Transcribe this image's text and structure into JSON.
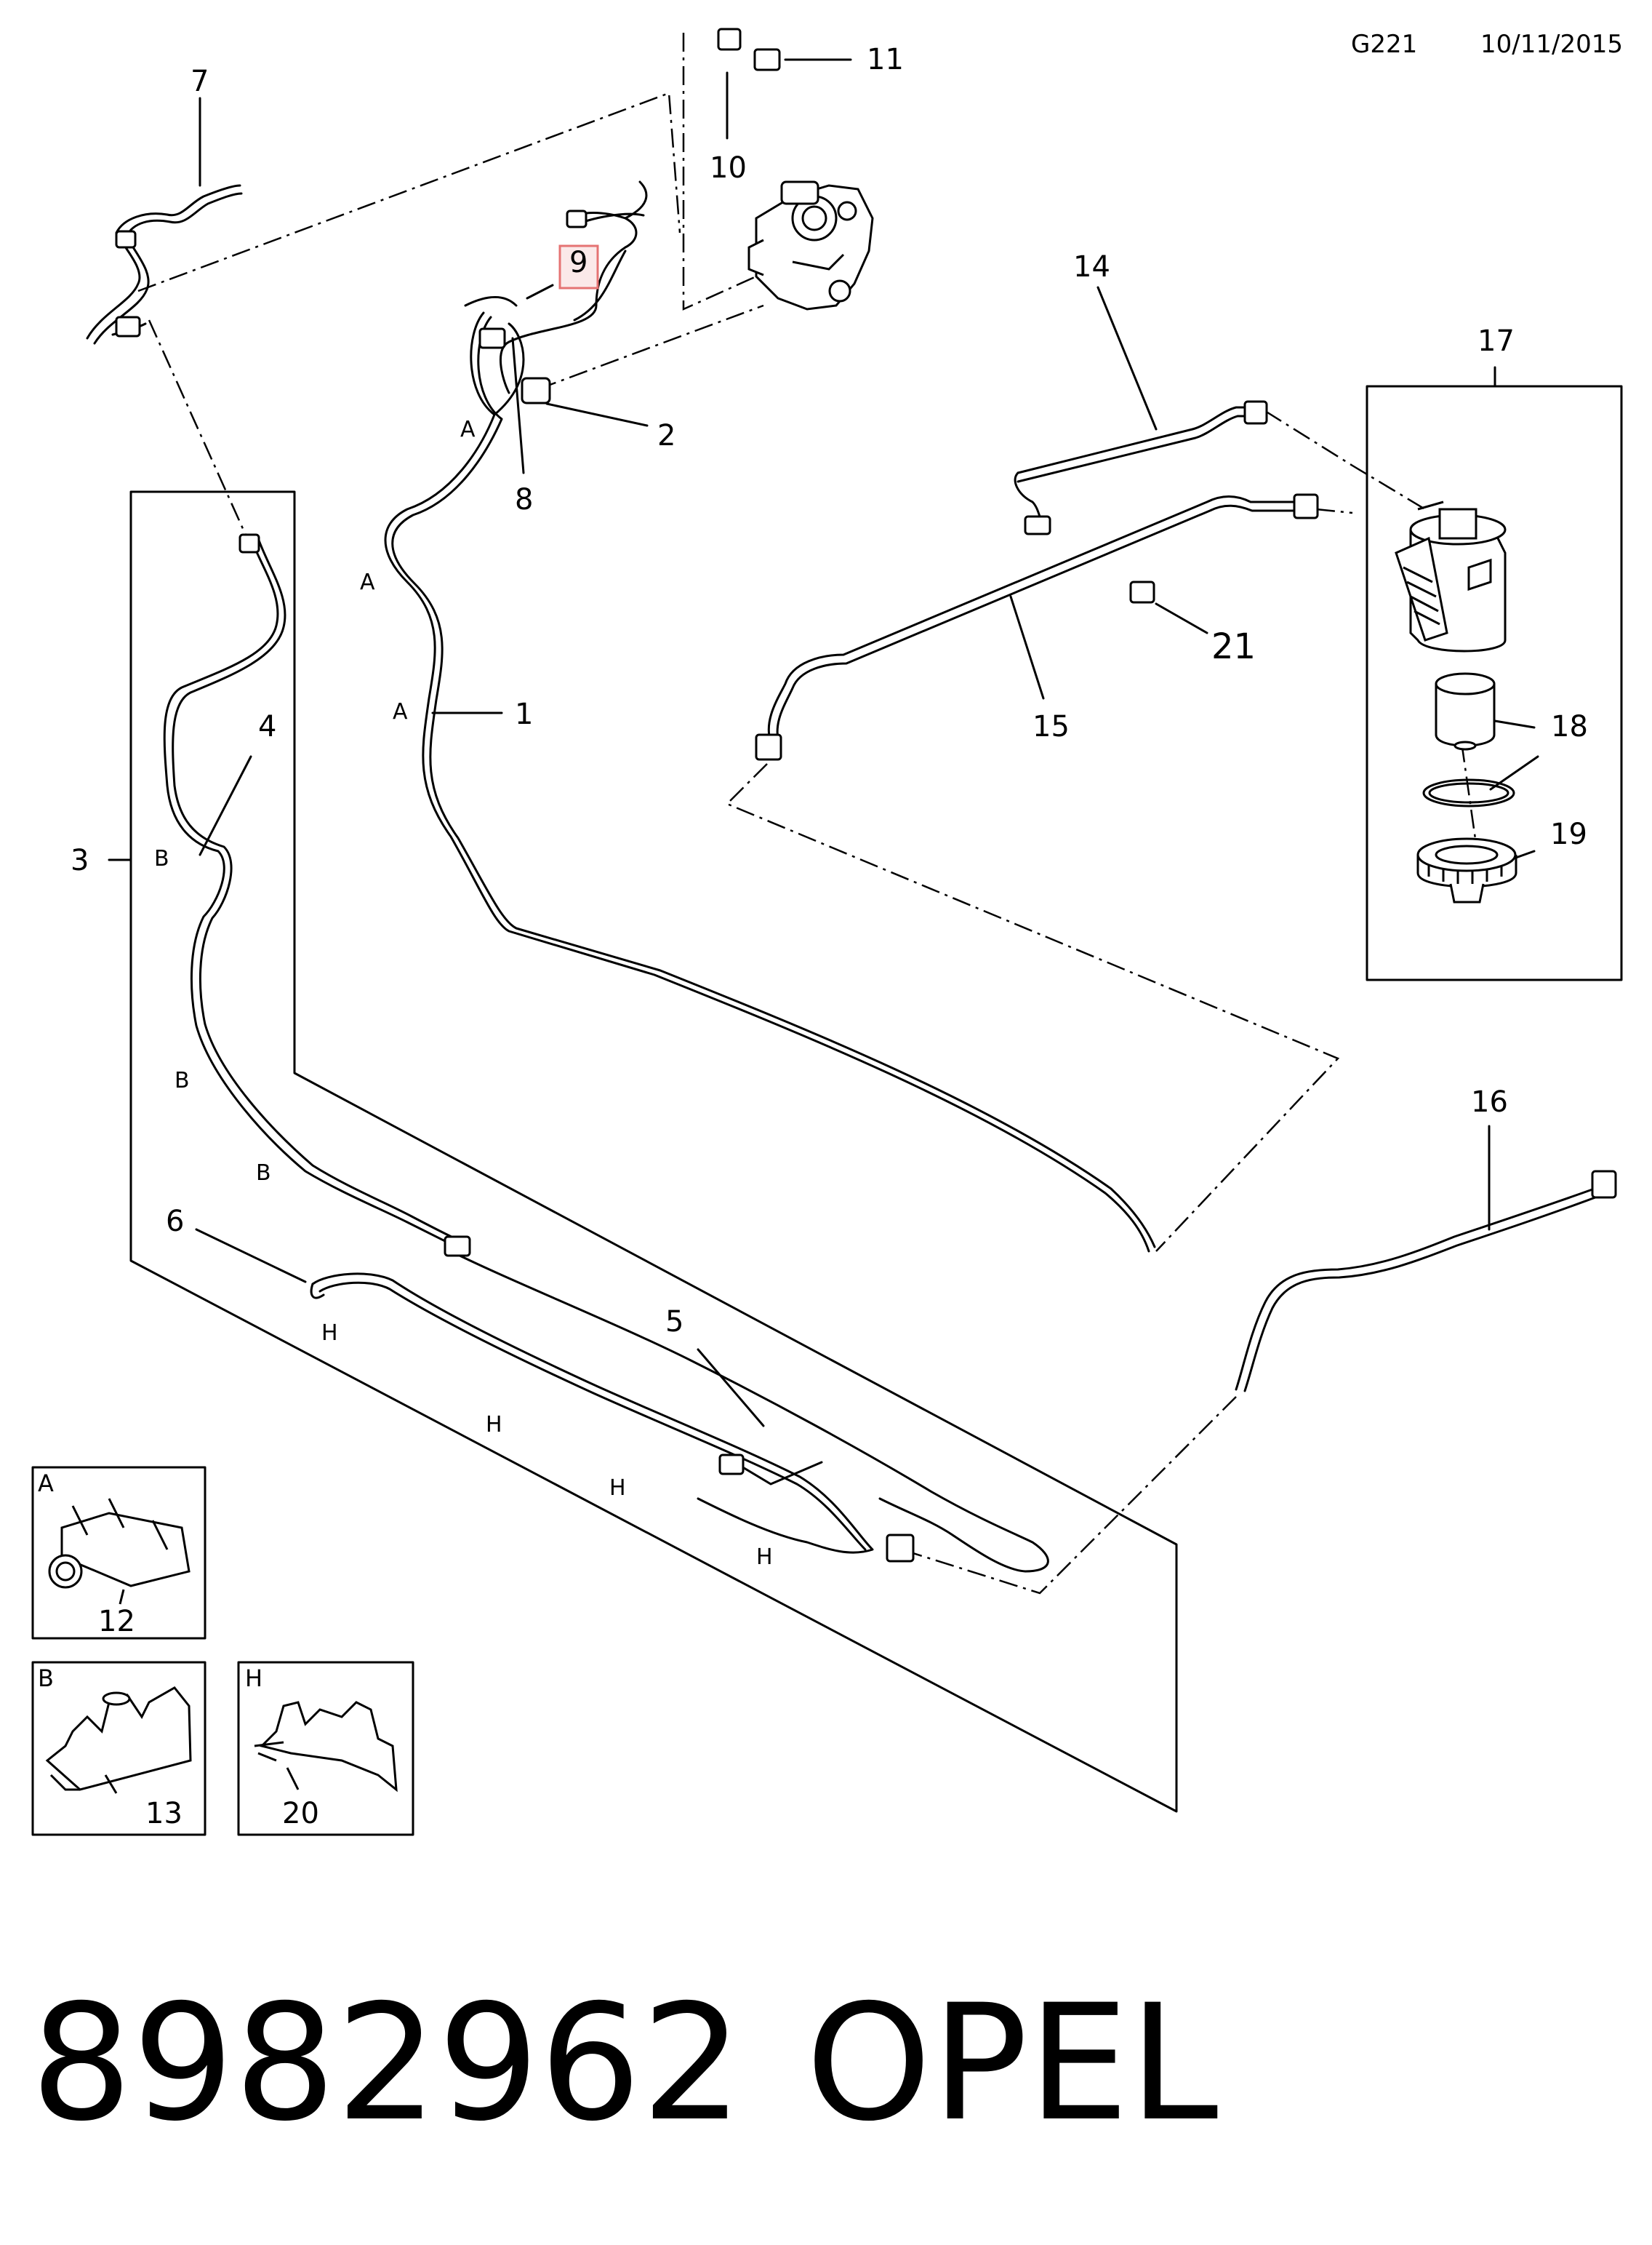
{
  "header": {
    "code": "G221",
    "date": "10/11/2015"
  },
  "footer": {
    "part_number": "8982962",
    "brand": "OPEL"
  },
  "callouts": [
    "1",
    "2",
    "3",
    "4",
    "5",
    "6",
    "7",
    "8",
    "9",
    "10",
    "11",
    "14",
    "15",
    "16",
    "17",
    "18",
    "19",
    "21"
  ],
  "clip_letters": {
    "a": "A",
    "b": "B",
    "h": "H"
  },
  "insets": [
    {
      "letter": "A",
      "number": "12"
    },
    {
      "letter": "B",
      "number": "13"
    },
    {
      "letter": "H",
      "number": "20"
    }
  ],
  "highlight_callout": "9",
  "colors": {
    "line": "#000000",
    "highlight": "#e57373",
    "background": "#ffffff"
  }
}
